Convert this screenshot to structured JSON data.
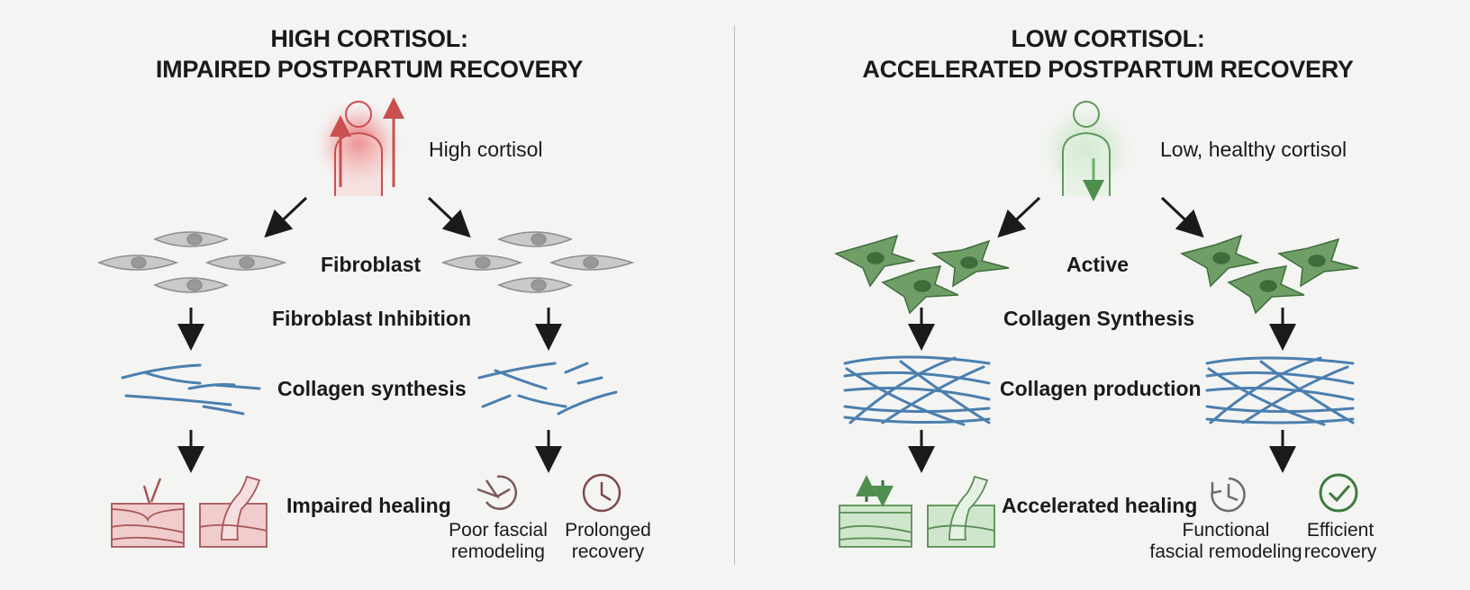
{
  "left": {
    "title_line1": "HIGH CORTISOL:",
    "title_line2": "IMPAIRED POSTPARTUM RECOVERY",
    "cortisol_label": "High cortisol",
    "cell_label": "Fibroblast",
    "step1_label": "Fibroblast Inhibition",
    "step2_label": "Collagen synthesis",
    "step3_label": "Impaired healing",
    "outcome1_line1": "Poor fascial",
    "outcome1_line2": "remodeling",
    "outcome2_line1": "Prolonged",
    "outcome2_line2": "recovery",
    "accent": "#d6595a"
  },
  "right": {
    "title_line1": "LOW CORTISOL:",
    "title_line2": "ACCELERATED POSTPARTUM RECOVERY",
    "cortisol_label": "Low, healthy cortisol",
    "cell_label": "Active",
    "step1_label": "Collagen Synthesis",
    "step2_label": "Collagen production",
    "step3_label": "Accelerated healing",
    "outcome1_line1": "Functional",
    "outcome1_line2": "fascial remodeling",
    "outcome2_line1": "Efficient",
    "outcome2_line2": "recovery",
    "accent": "#5e9a5c"
  }
}
